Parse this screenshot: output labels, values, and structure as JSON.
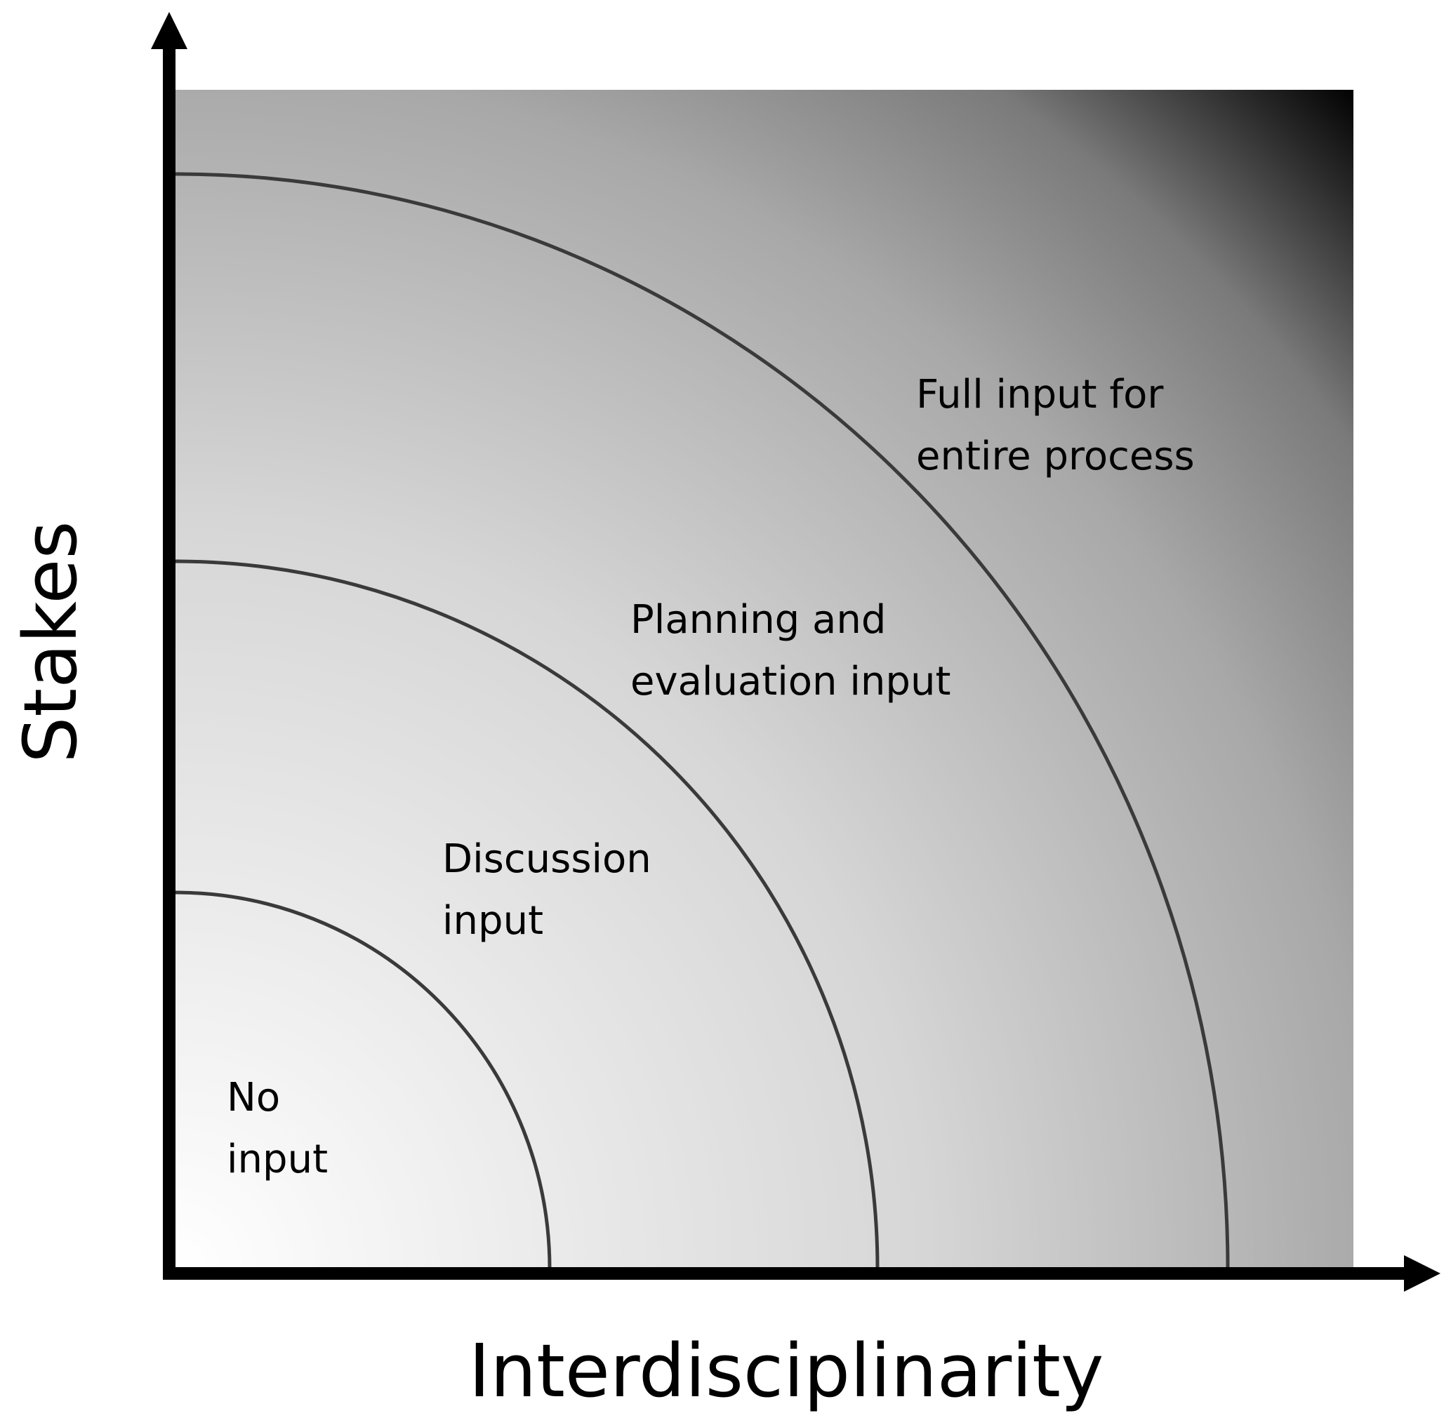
{
  "diagram": {
    "type": "concentric-quarter-arcs",
    "x_axis": {
      "label": "Interdisciplinarity"
    },
    "y_axis": {
      "label": "Stakes"
    },
    "regions": [
      {
        "id": "no-input",
        "lines": [
          "No",
          "input"
        ]
      },
      {
        "id": "discussion-input",
        "lines": [
          "Discussion",
          "input"
        ]
      },
      {
        "id": "planning-evaluation-input",
        "lines": [
          "Planning and",
          "evaluation input"
        ]
      },
      {
        "id": "full-input",
        "lines": [
          "Full input for",
          "entire process"
        ]
      }
    ],
    "gradient": {
      "light": "#ffffff",
      "mid": "#b0b0b0",
      "dark": "#000000"
    },
    "arc_color": "#3a3a3a",
    "axis_color": "#000000"
  }
}
